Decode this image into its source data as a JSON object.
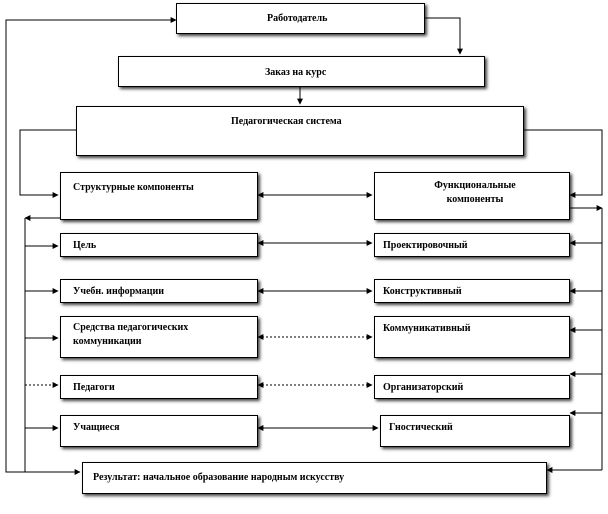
{
  "employer": "Работодатель",
  "course_order": "Заказ на курс",
  "pedagogical_system": "Педагогическая система",
  "structural_components": "Структурные компоненты",
  "functional_components": "Функциональные компоненты",
  "structural_items": [
    "Цель",
    "Учебн. информации",
    "Средства педагогических коммуникации",
    "Педагоги",
    "Учащиеся"
  ],
  "functional_items": [
    "Проектировочный",
    "Конструктивный",
    "Коммуникативный",
    "Организаторский",
    "Гностический"
  ],
  "result": "Результат: начальное образование народным искусству"
}
